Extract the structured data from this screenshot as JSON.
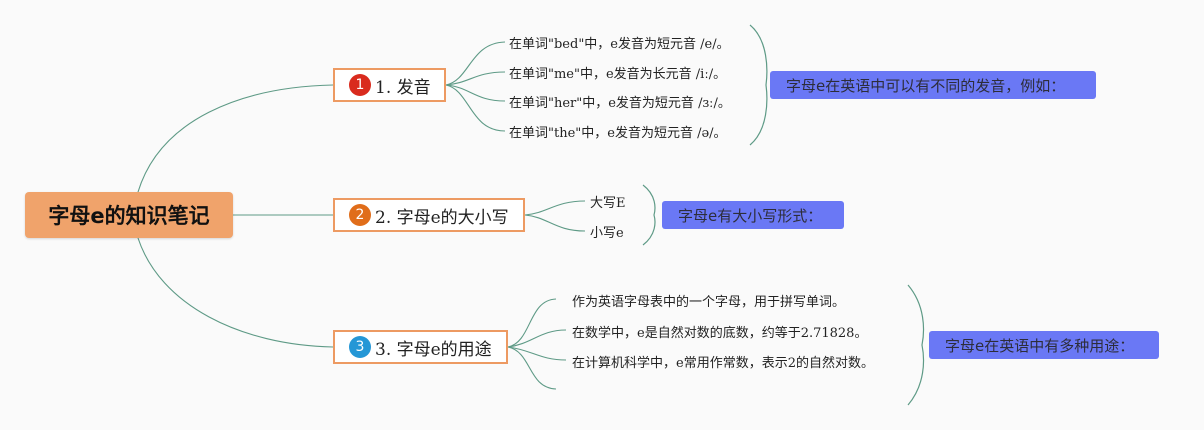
{
  "root": {
    "title": "字母e的知识笔记"
  },
  "branches": [
    {
      "number": "1",
      "badge_color": "#d92b1e",
      "label": "1. 发音",
      "summary": "字母e在英语中可以有不同的发音，例如：",
      "items": [
        "在单词\"bed\"中，e发音为短元音 /e/。",
        "在单词\"me\"中，e发音为长元音 /iː/。",
        "在单词\"her\"中，e发音为短元音 /ɜː/。",
        "在单词\"the\"中，e发音为短元音 /ə/。"
      ]
    },
    {
      "number": "2",
      "badge_color": "#e06d1a",
      "label": "2. 字母e的大小写",
      "summary": "字母e有大小写形式：",
      "items": [
        "大写E",
        "小写e"
      ]
    },
    {
      "number": "3",
      "badge_color": "#2597d6",
      "label": "3. 字母e的用途",
      "summary": "字母e在英语中有多种用途：",
      "items": [
        "作为英语字母表中的一个字母，用于拼写单词。",
        "在数学中，e是自然对数的底数，约等于2.71828。",
        "在计算机科学中，e常用作常数，表示2的自然对数。"
      ]
    }
  ],
  "colors": {
    "root_fill": "#f0a36b",
    "branch_border": "#ed9a62",
    "summary_fill": "#6a78f5",
    "connector": "#5e9a86"
  }
}
